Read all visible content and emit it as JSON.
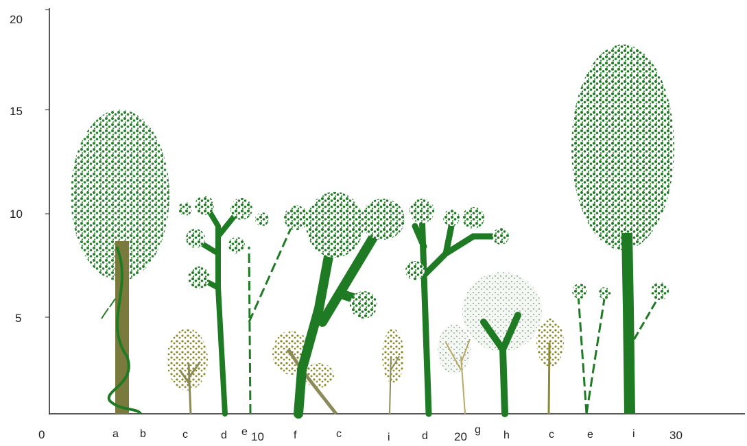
{
  "y_axis": {
    "ticks": [
      "5",
      "10",
      "15",
      "20"
    ]
  },
  "x_axis": {
    "ticks": [
      "0",
      "10",
      "20",
      "30"
    ]
  },
  "tree_labels": [
    "a",
    "b",
    "c",
    "d",
    "e",
    "f",
    "c",
    "i",
    "d",
    "g",
    "h",
    "c",
    "e",
    "i"
  ],
  "colors": {
    "dark_green": "#1f7a24",
    "olive_trunk": "#7a7a3c",
    "olive_foliage": "#8c8a2c",
    "pale_foliage": "#eef3ec",
    "axis": "#222222"
  }
}
